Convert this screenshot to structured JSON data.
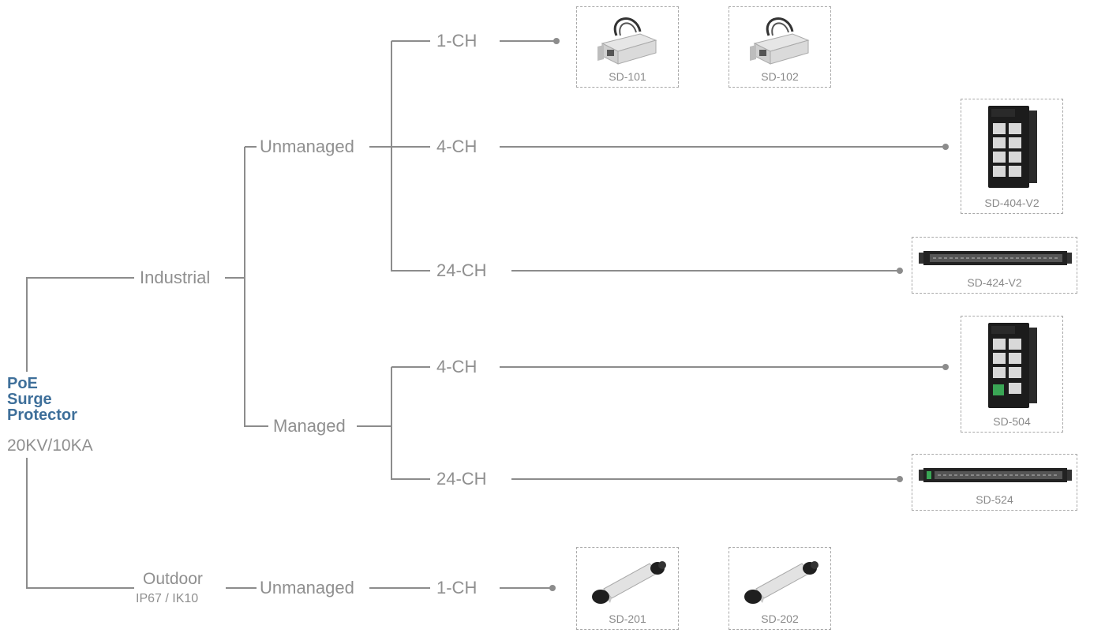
{
  "diagram": {
    "root": {
      "title_lines": [
        "PoE",
        "Surge",
        "Protector"
      ],
      "rating": "20KV/10KA"
    },
    "branches": {
      "industrial": "Industrial",
      "outdoor": "Outdoor",
      "outdoor_sub": "IP67 / IK10",
      "unmanaged": "Unmanaged",
      "managed": "Managed",
      "outdoor_unmanaged": "Unmanaged"
    },
    "channels": {
      "ind_unm_1ch": "1-CH",
      "ind_unm_4ch": "4-CH",
      "ind_unm_24ch": "24-CH",
      "ind_man_4ch": "4-CH",
      "ind_man_24ch": "24-CH",
      "out_unm_1ch": "1-CH"
    },
    "products": {
      "sd101": "SD-101",
      "sd102": "SD-102",
      "sd404": "SD-404-V2",
      "sd424": "SD-424-V2",
      "sd504": "SD-504",
      "sd524": "SD-524",
      "sd201": "SD-201",
      "sd202": "SD-202"
    },
    "colors": {
      "line": "#8c8c8c",
      "title": "#3e6f9a",
      "text": "#8f8f8f"
    }
  }
}
